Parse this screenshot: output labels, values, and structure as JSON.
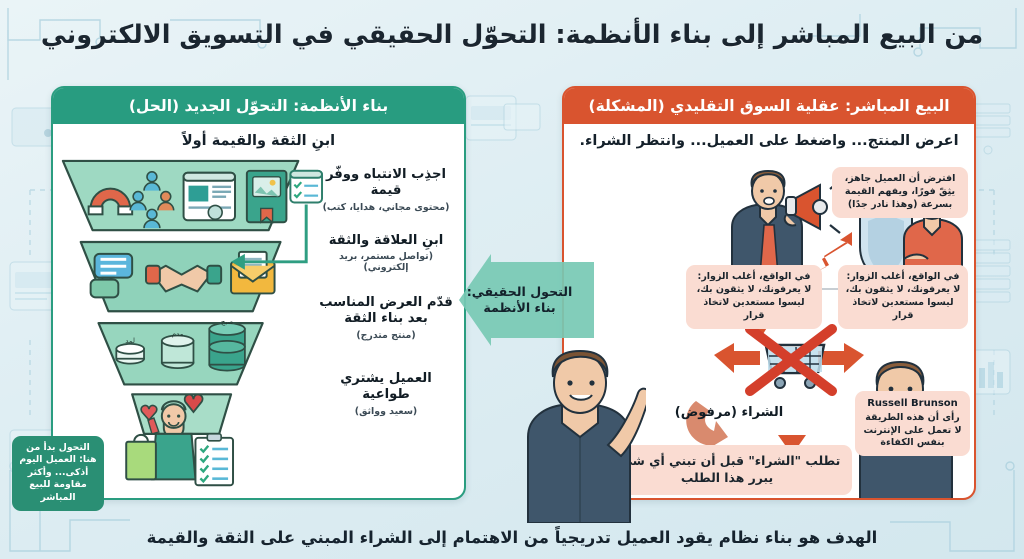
{
  "title": "من البيع المباشر إلى بناء الأنظمة: التحوّل الحقيقي في التسويق الالكتروني",
  "footer": "الهدف هو بناء نظام يقود العميل تدريجياً من الاهتمام إلى الشراء المبني على الثقة والقيمة",
  "colors": {
    "green": "#289c80",
    "red": "#d9542f",
    "pink_box": "#fadcd2",
    "green_callout": "#2a8f74",
    "background": "#e4f0f5"
  },
  "left_panel": {
    "header": "بناء الأنظمة: التحوّل الجديد (الحل)",
    "subtitle": "ابنِ الثقة والقيمة أولاً",
    "steps": [
      {
        "main": "اجذِب الانتباه ووفّر قيمة",
        "sub": "(محتوى مجاني، هدايا، كتب)"
      },
      {
        "main": "ابنِ العلاقة والثقة",
        "sub": "(تواصل مستمر، بريد إلكتروني)"
      },
      {
        "main": "قدّم العرض المناسب بعد بناء الثقة",
        "sub": "(منتج متدرج)"
      },
      {
        "main": "العميل يشتري طواعية",
        "sub": "(سعيد وواثق)"
      }
    ],
    "callout": "التحول بدأ من هنا: العميل اليوم أذكى... وأكثر مقاومة للبيع المباشر",
    "funnel_tier_labels": [
      "لمد",
      "مدم",
      "صبح"
    ]
  },
  "middle_arrow": {
    "line1": "التحول الحقيقي:",
    "line2": "بناء الأنظمة"
  },
  "right_panel": {
    "header": "البيع المباشر: عقلية السوق التقليدي (المشكلة)",
    "subtitle": "اعرض المنتج... واضغط على العميل... وانتظر الشراء.",
    "box_top": "افترض أن العميل جاهز، يثِقّ فورًا، ويفهم القيمة بسرعة (وهذا نادر جدًا)",
    "box_mid_right": "في الواقع، أغلب الزوار: لا يعرفونك، لا يثقون بك، ليسوا مستعدين لاتخاذ قرار",
    "box_mid_left": "في الواقع، أغلب الزوار: لا يعرفونك، لا يثقون بك، ليسوا مستعدين لاتخاذ قرار",
    "cart_label": "الشراء (مرفوض)",
    "box_bottom": "تطلب \"الشراء\" قبل أن تبني أي شيء يبرر هذا الطلب",
    "brunson": {
      "name": "Russell Brunson",
      "text": "رأى أن هذه الطريقة لا تعمل على الإنترنت بنفس الكفاءة"
    }
  }
}
